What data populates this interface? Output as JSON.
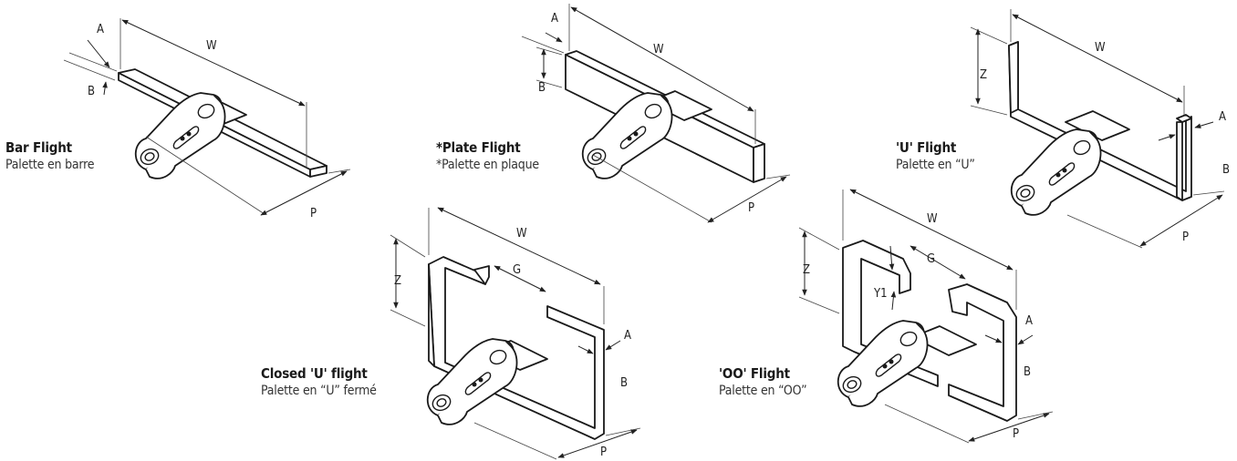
{
  "flights": {
    "bar": {
      "title": "Bar Flight",
      "subtitle": "Palette en barre"
    },
    "plate": {
      "title": "*Plate Flight",
      "subtitle": "*Palette en plaque"
    },
    "u": {
      "title": "'U' Flight",
      "subtitle": "Palette en “U”"
    },
    "closed_u": {
      "title": "Closed 'U' flight",
      "subtitle": "Palette en “U” fermé"
    },
    "oo": {
      "title": "'OO' Flight",
      "subtitle": "Palette en “OO”"
    }
  },
  "dimension_labels": {
    "a": "A",
    "b": "B",
    "w": "W",
    "p": "P",
    "z": "Z",
    "g": "G",
    "y1": "Y1"
  }
}
